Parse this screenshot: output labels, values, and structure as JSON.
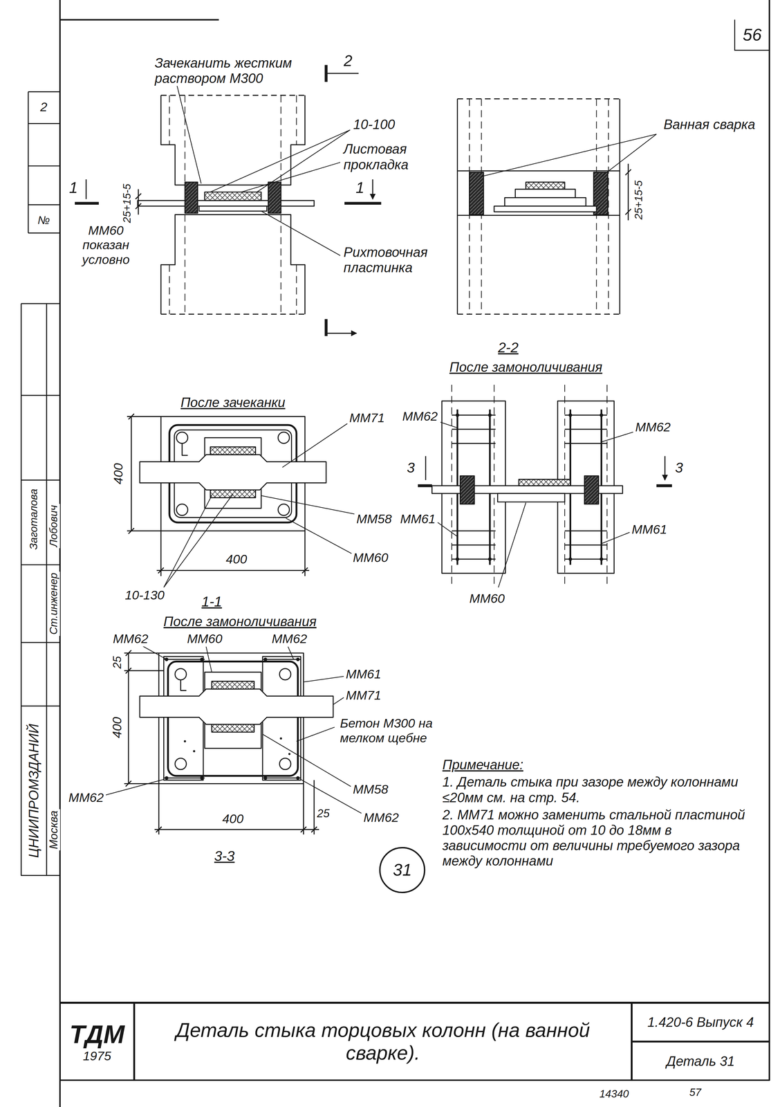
{
  "diagram": {
    "nodes": [
      {
        "text": [
          "56"
        ]
      },
      {
        "text": [
          "31"
        ]
      },
      {
        "text": [
          "ТДМ",
          "1975"
        ]
      },
      {
        "text": [
          "Деталь стыка торцовых колонн (на ванной сварке)."
        ]
      },
      {
        "text": [
          "1.420-6 Выпуск 4"
        ]
      },
      {
        "text": [
          "Деталь 31"
        ]
      }
    ],
    "labels": [
      "Зачеканить жестким раствором М300",
      "2",
      "10-100",
      "Листовая прокладка",
      "1",
      "25+15-5",
      "1",
      "ММ60 показан условно",
      "Рихтовочная пластинка",
      "Ванная сварка",
      "25+15-5",
      "После зачеканки",
      "2-2",
      "После замоноличивания",
      "400",
      "ММ71",
      "ММ58",
      "ММ60",
      "400",
      "10-130",
      "1-1",
      "После замоноличивания",
      "ММ62",
      "ММ62",
      "3",
      "3",
      "ММ61",
      "ММ61",
      "ММ60",
      "ММ62",
      "ММ60",
      "ММ62",
      "25",
      "400",
      "ММ61",
      "ММ71",
      "Бетон М300 на мелком щебне",
      "ММ58",
      "ММ62",
      "400",
      "25",
      "ММ62",
      "3-3",
      "Примечание:",
      "1. Деталь стыка при зазоре между колоннами ≤20мм см. на стр. 54.",
      "2. ММ71 можно заменить стальной пластиной 100х540 толщиной от 10 до 18мм в зависимости от величины требуемого зазора между колоннами",
      "2",
      "№",
      "Заготалова",
      "Лобович",
      "Ст.инженер",
      "ЦНИИПРОМЗДАНИЙ",
      "Москва",
      "14340",
      "57"
    ]
  }
}
